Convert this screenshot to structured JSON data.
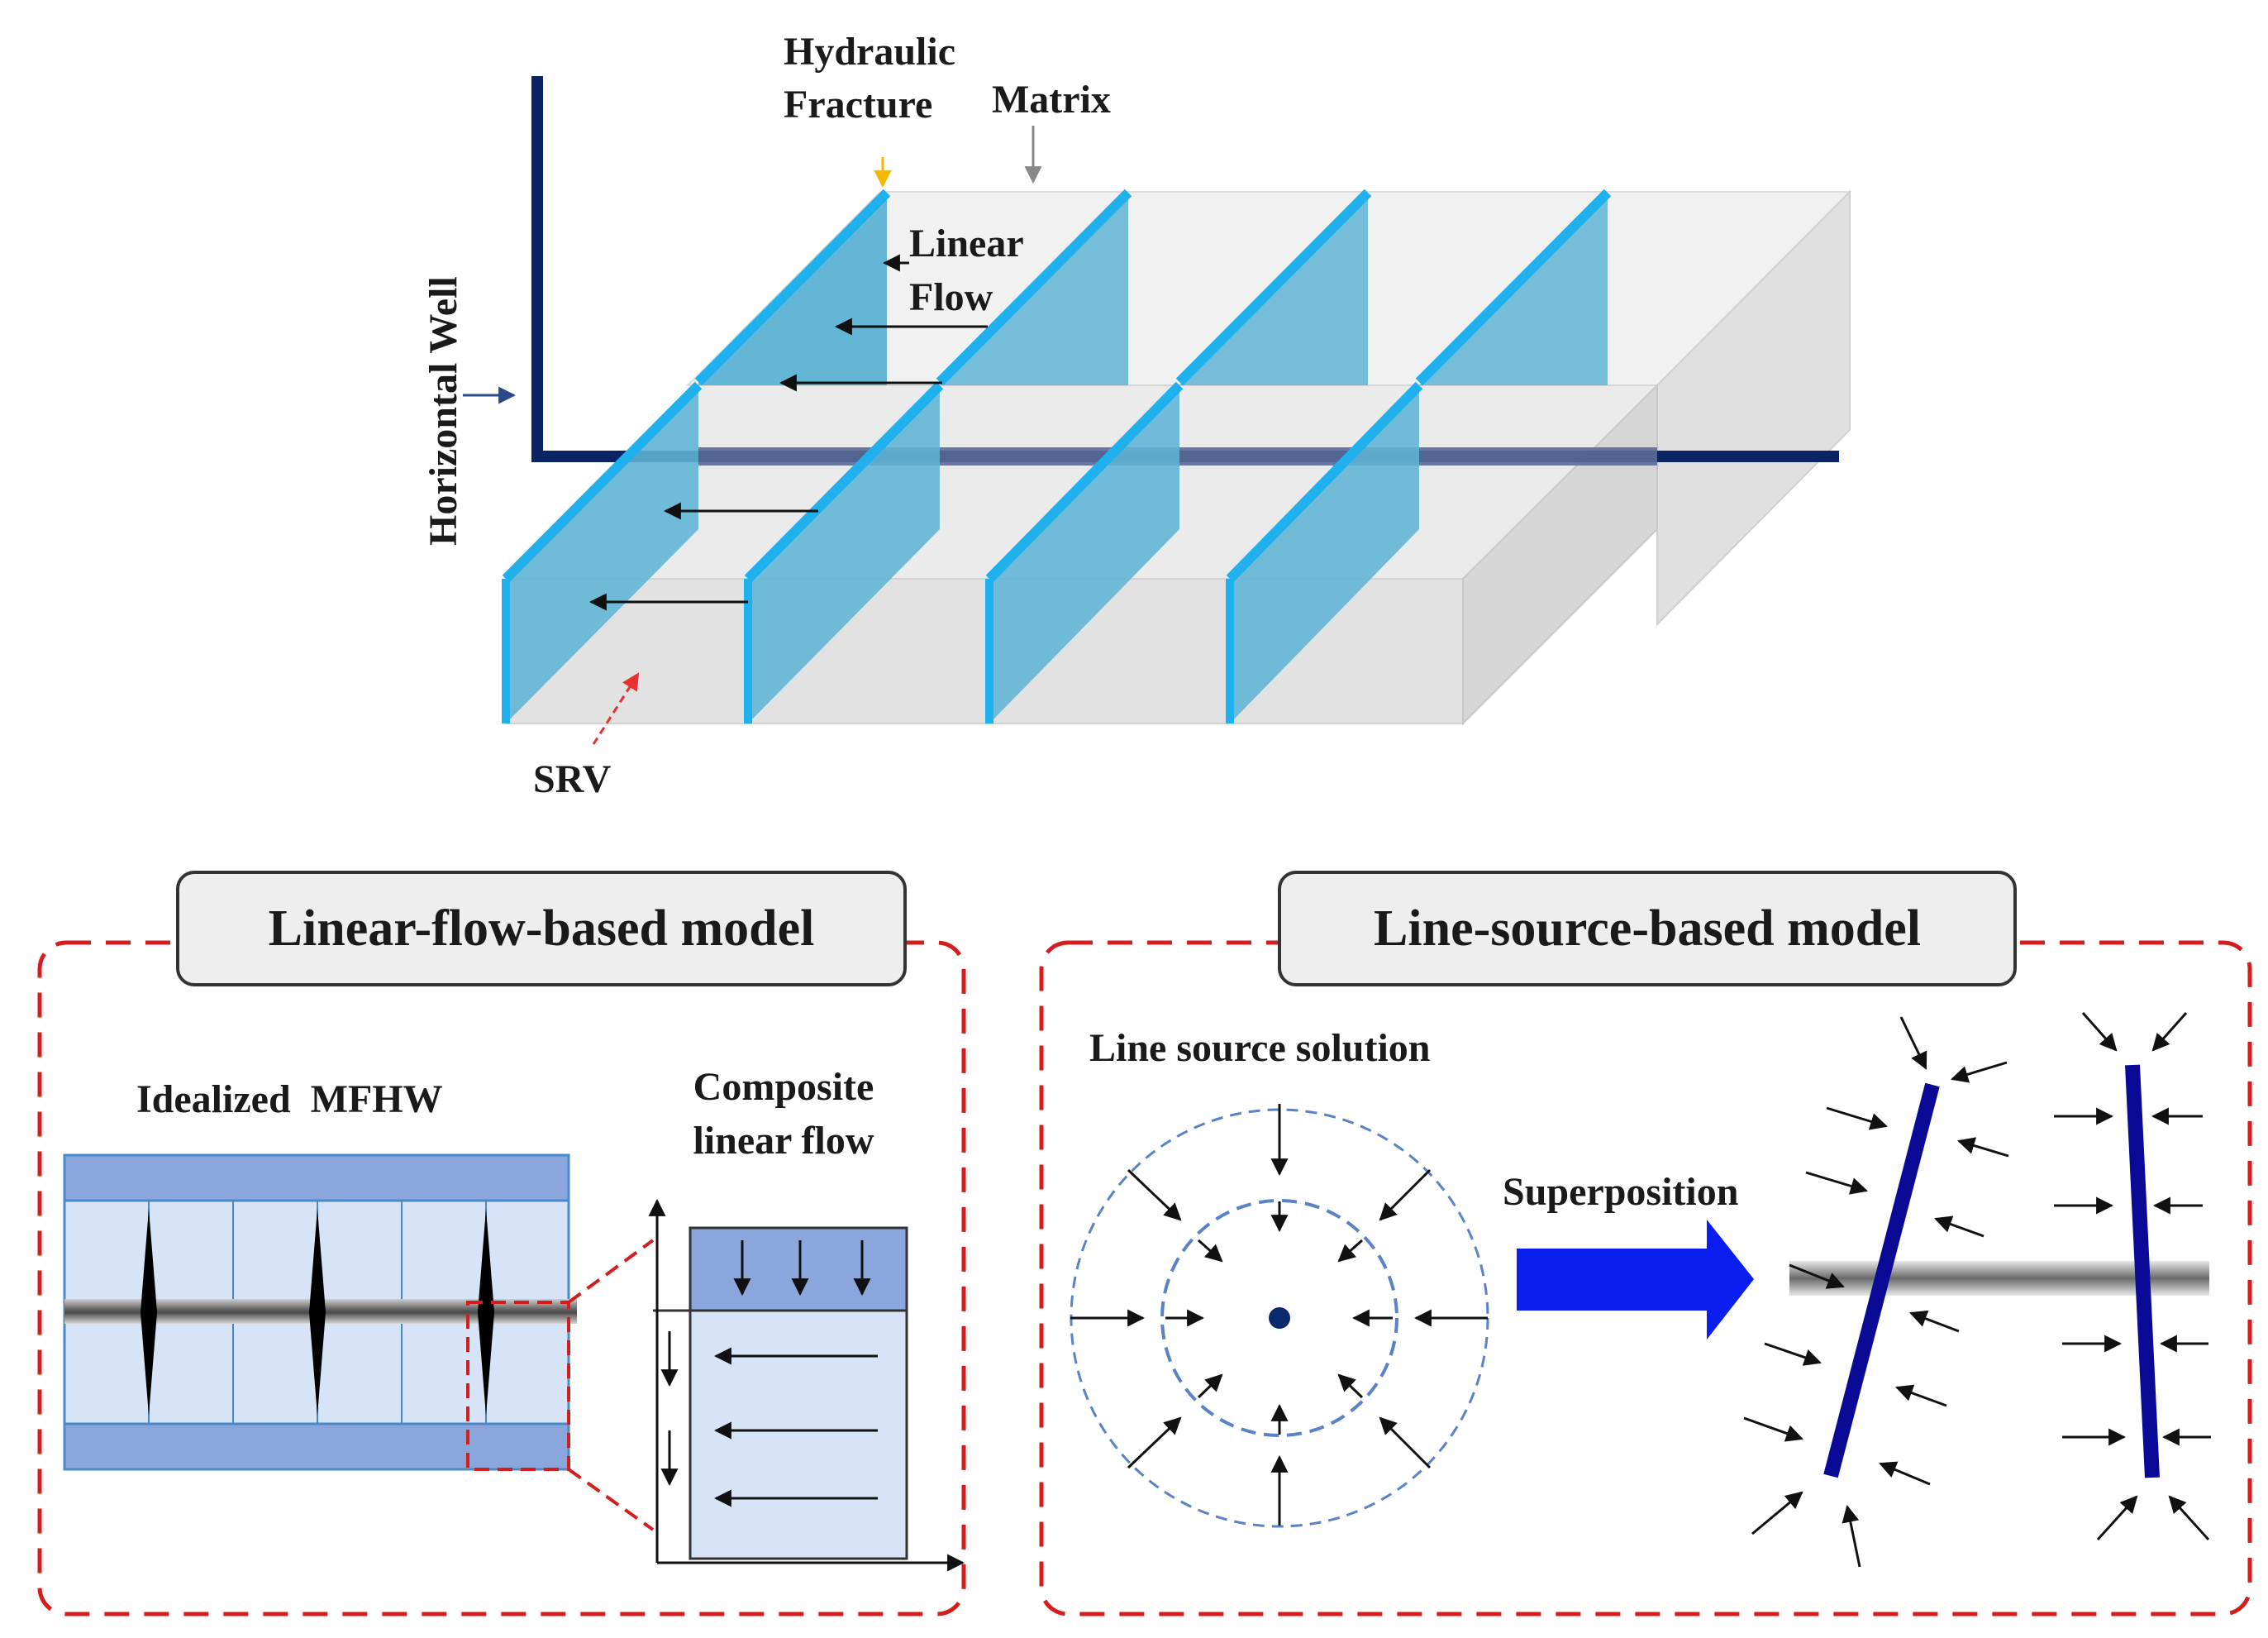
{
  "top_diagram": {
    "labels": {
      "hydraulic_fracture_line1": "Hydraulic",
      "hydraulic_fracture_line2": "Fracture",
      "matrix": "Matrix",
      "linear_flow_line1": "Linear",
      "linear_flow_line2": "Flow",
      "horizontal_well": "Horizontal Well",
      "srv": "SRV"
    },
    "colors": {
      "well": "#0b2463",
      "fracture_fill": "#5fb4d4",
      "fracture_edge": "#1fb0ee",
      "matrix_fill": "#ececec",
      "pointer_hydraulic": "#f5b800",
      "pointer_matrix": "#888888",
      "pointer_srv": "#e83030"
    }
  },
  "left_panel": {
    "title": "Linear-flow-based model",
    "idealized_label": "Idealized  MFHW",
    "composite_label_line1": "Composite",
    "composite_label_line2": "linear flow",
    "colors": {
      "border": "#d41e1e",
      "band_dark": "#8aa6dc",
      "band_light": "#d7e3f7"
    }
  },
  "right_panel": {
    "title": "Line-source-based model",
    "line_source_label": "Line source solution",
    "superposition_label": "Superposition",
    "colors": {
      "border": "#d41e1e",
      "circle": "#5a82c8",
      "arrow_big": "#0a1ef0",
      "fracture_line": "#0a0a96"
    }
  }
}
